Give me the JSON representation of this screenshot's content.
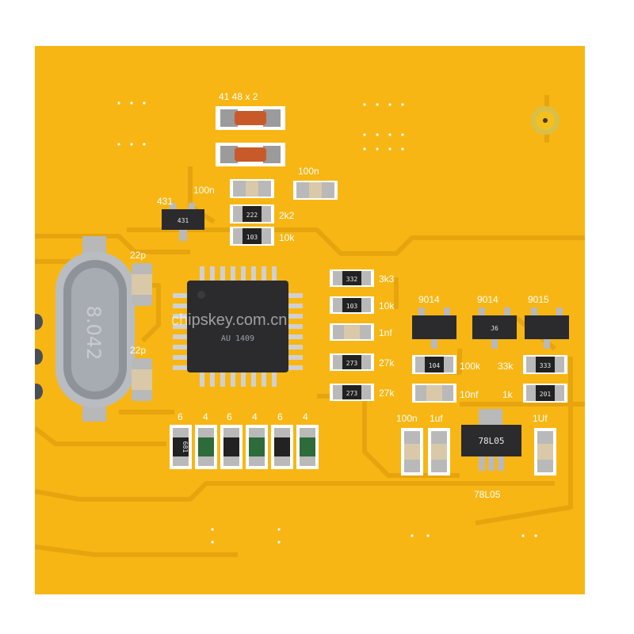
{
  "colors": {
    "board": "#f7b614",
    "trace": "#e0a30c",
    "chip": "#2b2b2e",
    "pad": "#c9c9c9",
    "silk": "#ffffff"
  },
  "labels": {
    "d1_top": "41 48 x 2",
    "r_100n_a": "100n",
    "r_100n_b": "100n",
    "q431": "431",
    "r_2k2": "2k2",
    "r_10k": "10k",
    "c_22p_a": "22p",
    "c_22p_b": "22p",
    "r_3k3": "3k3",
    "r_10k_b": "10k",
    "c_1nf": "1nf",
    "r_27k_a": "27k",
    "r_27k_b": "27k",
    "r_100k": "100k",
    "r_33k": "33k",
    "c_10nf": "10nf",
    "r_1k": "1k",
    "q9014_a": "9014",
    "q9014_b": "9014",
    "q9015": "9015",
    "c_100n_c": "100n",
    "c_1uf": "1uf",
    "c_1Uf": "1Uf",
    "reg_label": "78L05",
    "digits": [
      "6",
      "4",
      "6",
      "4",
      "6",
      "4"
    ]
  },
  "markings": {
    "crystal": "8.042",
    "mcu_line1": "AU 1409",
    "regulator": "78L05",
    "q431_body": "431",
    "res_222": "222",
    "res_103": "103",
    "res_332": "332",
    "res_103b": "103",
    "res_273a": "273",
    "res_273b": "273",
    "res_104": "104",
    "res_333": "333",
    "res_201": "201",
    "res_681": "681",
    "q_j6": "J6"
  },
  "watermark": "chipskey.com.cn"
}
